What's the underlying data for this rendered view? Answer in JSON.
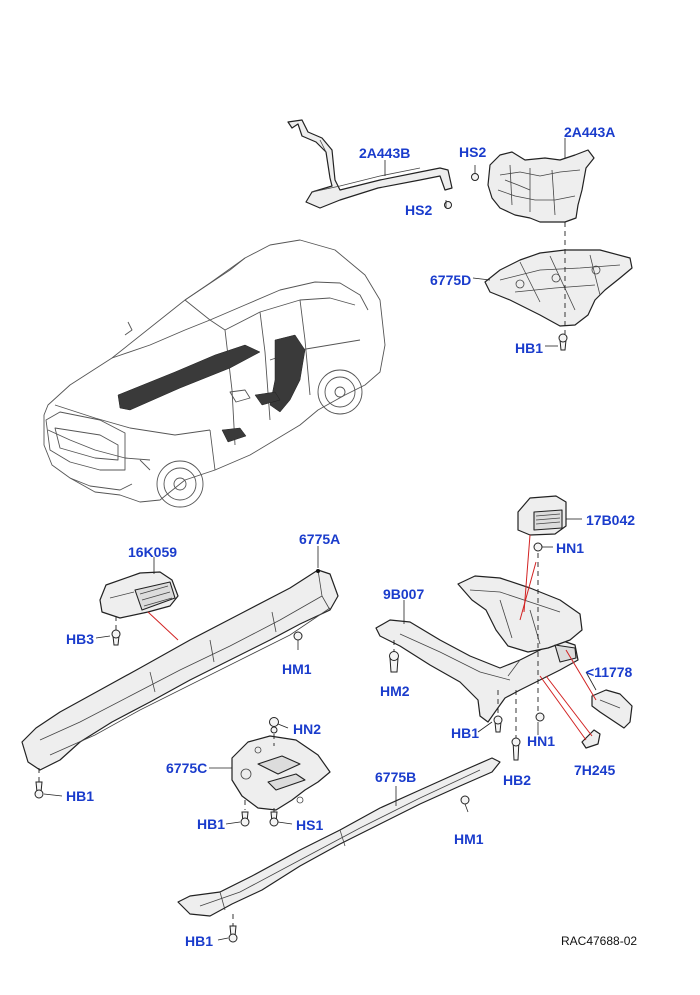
{
  "diagram": {
    "reference": "RAC47688-02",
    "labels": {
      "a2443b": "2A443B",
      "hs2_top": "HS2",
      "hs2_bottom": "HS2",
      "a2443a": "2A443A",
      "p6775d": "6775D",
      "hb1_upper_right": "HB1",
      "p17b042": "17B042",
      "hn1_right_top": "HN1",
      "p16k059": "16K059",
      "p6775a": "6775A",
      "hb3": "HB3",
      "hm1_left": "HM1",
      "p9b007": "9B007",
      "hm2": "HM2",
      "p11778": "<11778",
      "hb1_mid_right": "HB1",
      "hn1_mid_right": "HN1",
      "hb2": "HB2",
      "p7h245": "7H245",
      "hn2": "HN2",
      "p6775c": "6775C",
      "p6775b": "6775B",
      "hb1_left": "HB1",
      "hb1_center": "HB1",
      "hs1": "HS1",
      "hm1_bottom": "HM1",
      "hb1_bottom": "HB1"
    }
  }
}
